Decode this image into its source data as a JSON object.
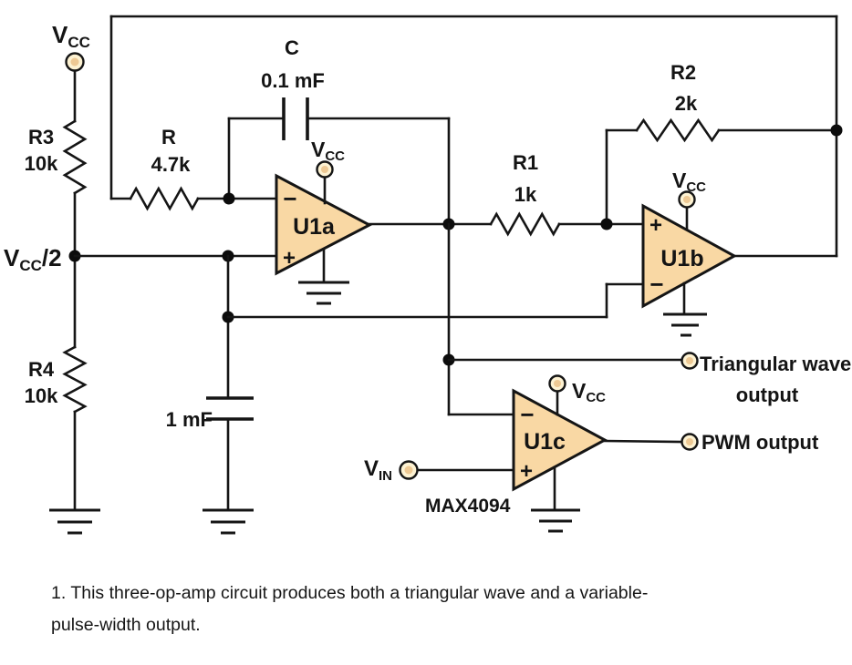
{
  "colors": {
    "opamp_fill": "#f9d8a4",
    "terminal_fill": "#fdf2d2",
    "terminal_core": "#eec994",
    "wire": "#151515"
  },
  "power": {
    "vcc": {
      "base": "V",
      "sub": "CC"
    },
    "vcc_half": {
      "base": "V",
      "sub": "CC",
      "suffix": "/2"
    },
    "vin": {
      "base": "V",
      "sub": "IN"
    }
  },
  "components": {
    "r3": {
      "name": "R3",
      "value": "10k"
    },
    "r4": {
      "name": "R4",
      "value": "10k"
    },
    "rf": {
      "name": "R",
      "value": "4.7k"
    },
    "r1": {
      "name": "R1",
      "value": "1k"
    },
    "r2": {
      "name": "R2",
      "value": "2k"
    },
    "c": {
      "name": "C",
      "value": "0.1 mF"
    },
    "c1": {
      "value": "1 mF"
    },
    "opamps": {
      "u1a": "U1a",
      "u1b": "U1b",
      "u1c": "U1c"
    },
    "ic_part": "MAX4094"
  },
  "signs": {
    "plus": "+",
    "minus": "−"
  },
  "outputs": {
    "triangular_line1": "Triangular wave",
    "triangular_line2": "output",
    "pwm": "PWM output"
  },
  "caption": {
    "line1": "1. This three-op-amp circuit produces both a triangular wave and a variable-",
    "line2": "pulse-width output."
  }
}
